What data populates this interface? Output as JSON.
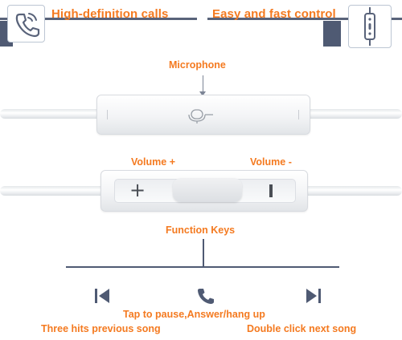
{
  "header": {
    "left_title": "High-definition calls",
    "right_title": "Easy and fast control",
    "left_icon": "phone-call-icon",
    "right_icon": "remote-control-icon"
  },
  "labels": {
    "microphone": "Microphone",
    "volume_up": "Volume +",
    "volume_down": "Volume -",
    "function_keys": "Function Keys"
  },
  "controls": {
    "plus": "+",
    "icons": [
      "previous-track-icon",
      "phone-icon",
      "next-track-icon"
    ]
  },
  "instructions": {
    "center": "Tap to pause,Answer/hang up",
    "left": "Three hits previous song",
    "right": "Double click next song"
  },
  "colors": {
    "accent": "#f47a20",
    "banner": "#4f5a73",
    "icon_blue": "#59637a"
  }
}
